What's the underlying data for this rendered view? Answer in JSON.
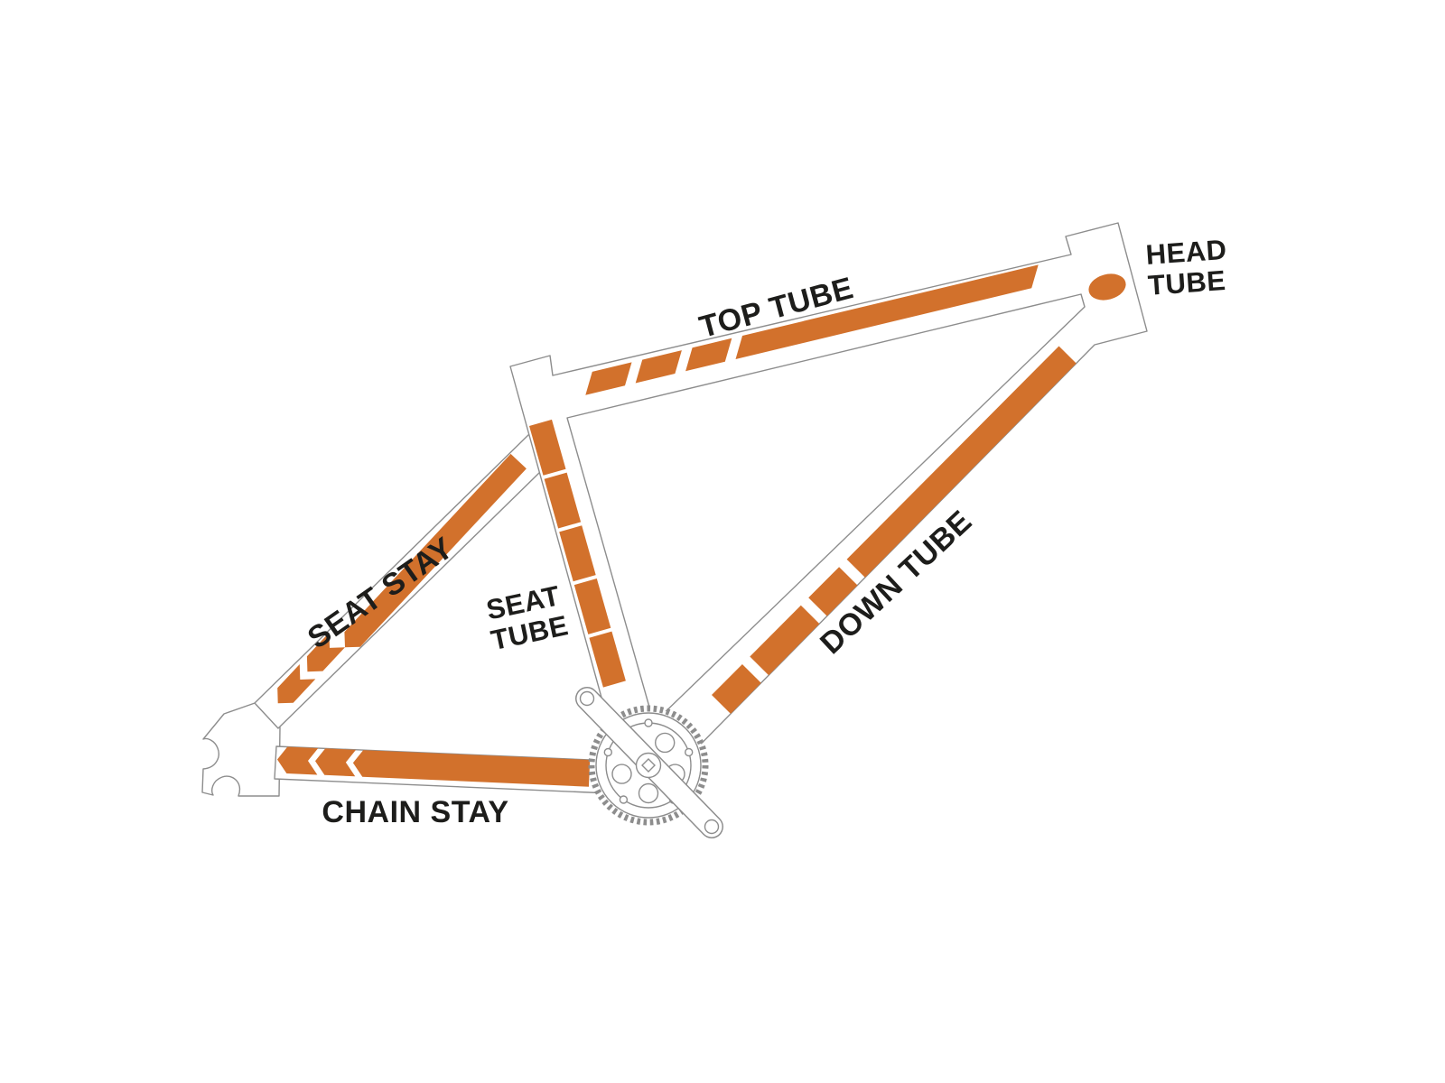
{
  "colors": {
    "accent": "#d2712c",
    "outline": "#8d8d8d",
    "ink": "#1d1d1b",
    "background": "#ffffff"
  },
  "labels": {
    "top_tube": "TOP TUBE",
    "head_tube_line1": "HEAD",
    "head_tube_line2": "TUBE",
    "seat_stay": "SEAT STAY",
    "seat_tube_line1": "SEAT",
    "seat_tube_line2": "TUBE",
    "down_tube": "DOWN TUBE",
    "chain_stay": "CHAIN STAY"
  }
}
